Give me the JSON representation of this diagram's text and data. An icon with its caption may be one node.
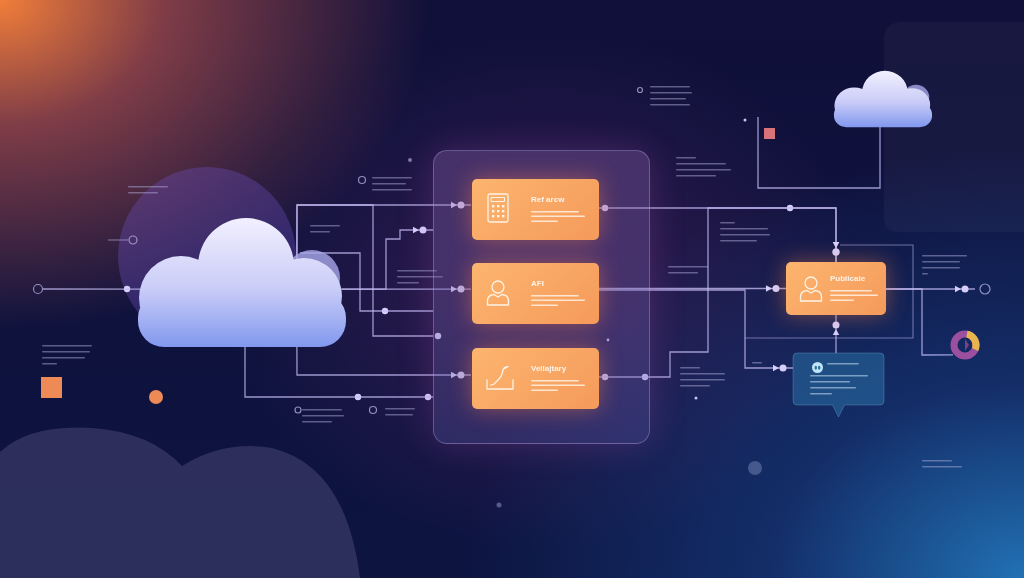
{
  "diagram": {
    "nodes": [
      {
        "text": [],
        "shape": "cloud"
      },
      {
        "text": [],
        "shape": "box"
      },
      {
        "text": [
          "Ref arcw"
        ],
        "in": 1
      },
      {
        "text": [
          "AFI"
        ],
        "in": 1
      },
      {
        "text": [
          "Vellajtary"
        ],
        "in": 1
      },
      {
        "text": [
          "Publicaie"
        ]
      },
      {
        "text": [],
        "shape": "cloud"
      },
      {
        "text": [],
        "shape": "bubble"
      },
      {
        "text": [],
        "shape": "circle"
      },
      {
        "text": [],
        "shape": "cloud"
      }
    ],
    "edges": [
      {
        "from": null,
        "to": 0,
        "arrow": "none"
      },
      {
        "from": 0,
        "to": 3,
        "arrow": "to"
      },
      {
        "from": 0,
        "to": 2,
        "arrow": "to"
      },
      {
        "from": 0,
        "to": 4,
        "arrow": "to"
      },
      {
        "from": 0,
        "to": 1,
        "arrow": "none"
      },
      {
        "from": 2,
        "to": 5,
        "arrow": "to"
      },
      {
        "from": 3,
        "to": 5,
        "arrow": "to"
      },
      {
        "from": 4,
        "to": 5,
        "arrow": "to"
      },
      {
        "from": 7,
        "to": 5,
        "arrow": "to"
      },
      {
        "from": 3,
        "to": 7,
        "arrow": "to"
      },
      {
        "from": 5,
        "to": null,
        "arrow": "to"
      },
      {
        "from": 6,
        "to": null,
        "arrow": "none"
      },
      {
        "from": 0,
        "to": 1,
        "arrow": "none"
      },
      {
        "from": 0,
        "to": 1,
        "arrow": "to"
      },
      {
        "from": 0,
        "to": 1,
        "arrow": "none"
      },
      {
        "from": 5,
        "to": 8,
        "arrow": "none"
      }
    ]
  }
}
